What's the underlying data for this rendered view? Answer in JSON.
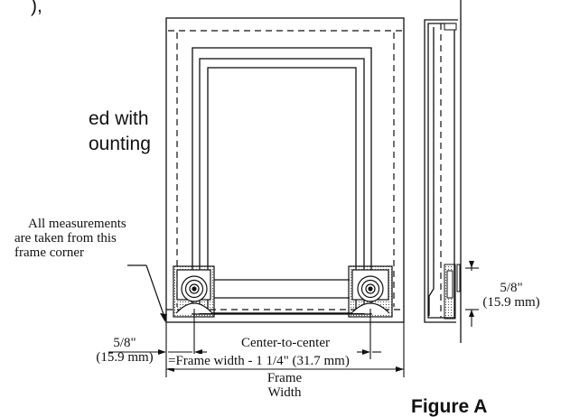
{
  "caption_fragments": {
    "top_line": "), ",
    "left_line1": "ed with",
    "left_line2": "ounting"
  },
  "callout": {
    "line1": "All measurements",
    "line2": "are taken from this",
    "line3": "frame corner"
  },
  "dimensions": {
    "right_offset_in": "5/8\"",
    "right_offset_mm": "(15.9 mm)",
    "left_offset_in": "5/8\"",
    "left_offset_mm": "(15.9 mm)",
    "center_label": "Center-to-center",
    "center_formula": "=Frame width - 1 1/4\" (31.7 mm)",
    "frame_label_line1": "Frame",
    "frame_label_line2": "Width"
  },
  "figure_label": "Figure A"
}
